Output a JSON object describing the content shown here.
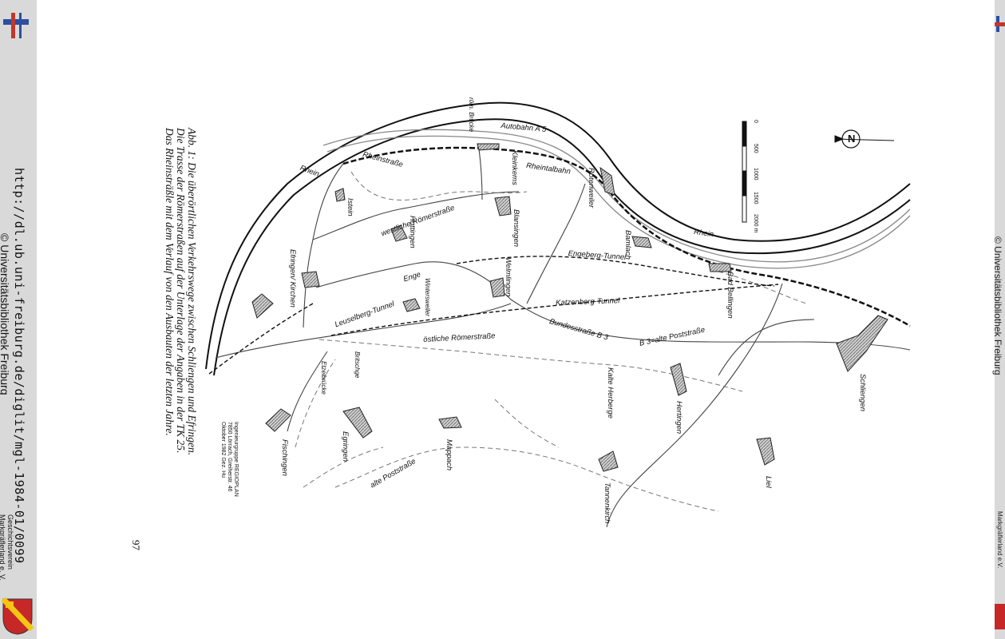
{
  "viewer": {
    "url": "http://dl.ub.uni-freiburg.de/diglit/mgl-1984-01/0099",
    "library": "© Universitätsbibliothek Freiburg",
    "society": [
      "Geschichtsverein",
      "Markgräflerland e. V."
    ],
    "right_edge_text": "© Universitätsbibliothek Freiburg",
    "right_edge_small": "Markgräflerland e.V."
  },
  "page": {
    "number": "97",
    "caption": [
      "Abb. 1: Die überörtlichen Verkehrswege zwischen Schliengen und Efringen.",
      "Die Trasse der Römerstraßen auf der Unterlage der Angaben in der TK 25.",
      "Das Rheinsträßle mit dem Verlauf von den Ausbauten der letzten Jahre."
    ],
    "credit": [
      "Ingenieurgruppe REGIOPLAN",
      "7850 Lörrach, Greiherstr. 46",
      "Oktober 1982 Gez. Hu"
    ]
  },
  "map": {
    "north": "N",
    "scale_ticks": [
      "0",
      "500",
      "1000",
      "1500",
      "2000 m"
    ],
    "labels": {
      "rom_brucke": "röm. Brücke",
      "autobahn": "Autobahn A 5",
      "rhein_1": "Rhein",
      "rhein_2": "Rhein",
      "rheinstrasse": "Rheinstraße",
      "rheintalbahn": "Rheintalbahn",
      "kleinkems": "Kleinkems",
      "rotenweiler": "Rotenweiler",
      "istein": "Istein",
      "westliche_roemer": "westliche Römerstraße",
      "huttingen": "Huttingen",
      "blansingen": "Blansingen",
      "bamlach": "Bamlach",
      "efringen": "Efringen/ Kirchen",
      "engeberg": "Engeberg-Tunnel",
      "bad_bellingen": "Bad Bellingen",
      "welmlingen": "Welmlingen",
      "enge": "Enge",
      "wintersweiler": "Wintersweiler",
      "katzenberg": "Katzenberg-Tunnel",
      "leuselberg": "Leuselberg-Tunnel",
      "bundesstrasse": "Bundesstraße B 3",
      "b3_alte": "B 3=alte Poststraße",
      "oestliche_roemer": "östliche Römerstraße",
      "kalte_herberge": "Kalte Herberge",
      "hertingen": "Hertingen",
      "schliengen": "Schliengen",
      "britschge": "Britschge",
      "etzelbrucke": "Etzelbrücke",
      "egringen": "Egringen",
      "fischingen": "Fischingen",
      "mappach": "Mappach",
      "alte_poststrasse": "alte Poststraße",
      "tannenkirch": "Tannenkirch",
      "liel": "Liel"
    }
  }
}
